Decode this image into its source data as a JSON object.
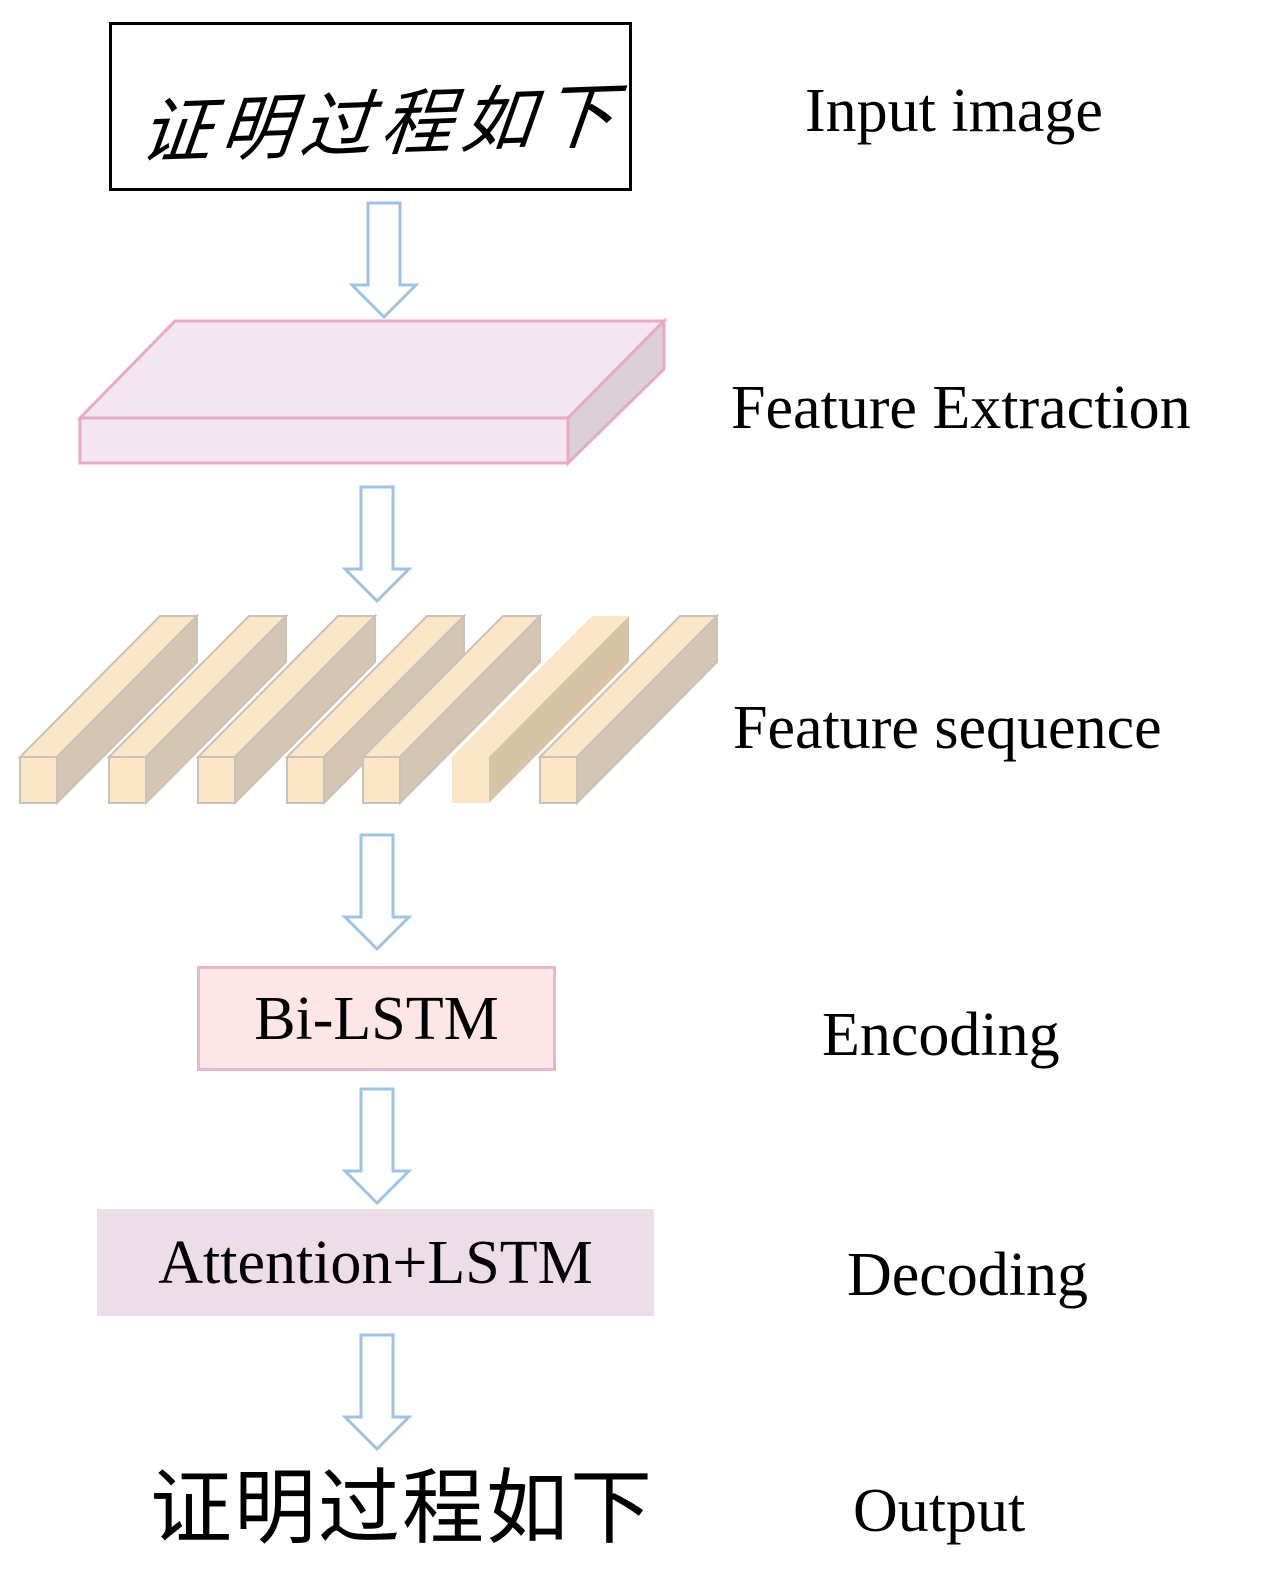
{
  "stages": {
    "input": "Input image",
    "feature_extraction": "Feature Extraction",
    "feature_sequence": "Feature sequence",
    "encoding": "Encoding",
    "decoding": "Decoding",
    "output": "Output"
  },
  "input_image_text": "证明过程如下",
  "encoder_label": "Bi-LSTM",
  "decoder_label": "Attention+LSTM",
  "output_text": "证明过程如下",
  "colors": {
    "arrow_stroke": "#9fc3e4",
    "feature_slab_top": "#f4e6f1",
    "feature_slab_border": "#e9a9c6",
    "feature_slab_side": "#dcd0d8",
    "sequence_front": "#fbe6c8",
    "sequence_side": "#d4c6b2",
    "sequence_highlight": "#d7c3a6",
    "encoder_fill": "#fce6e6",
    "decoder_fill": "#eddde9"
  }
}
